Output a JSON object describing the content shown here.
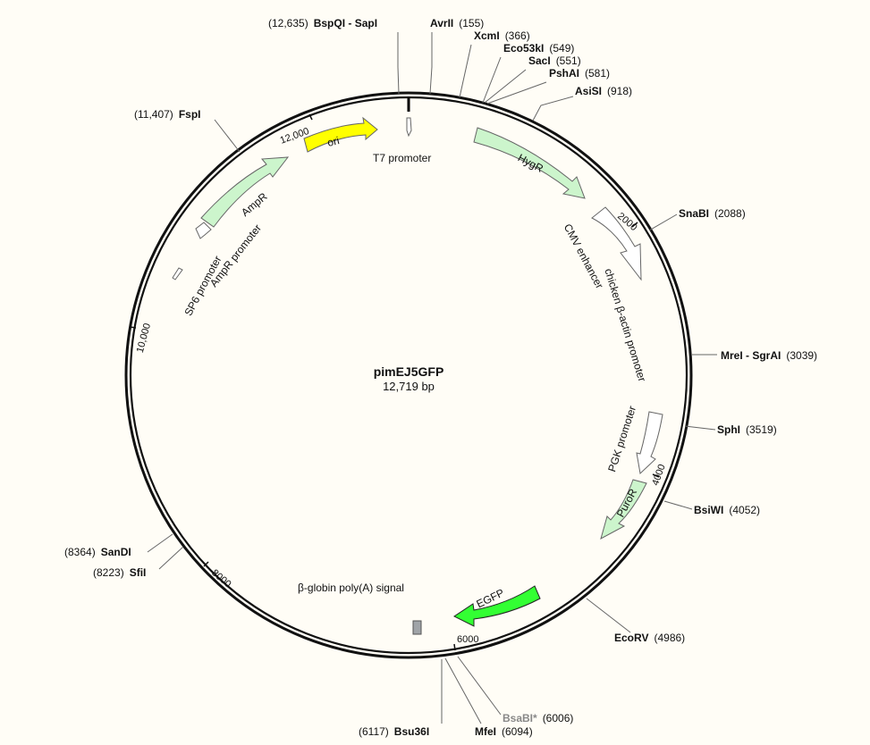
{
  "plasmid": {
    "name": "pimEJ5GFP",
    "length_label": "12,719 bp",
    "length": 12719
  },
  "ticks": [
    {
      "bp": 2000,
      "label": "2000"
    },
    {
      "bp": 4000,
      "label": "4000"
    },
    {
      "bp": 6000,
      "label": "6000"
    },
    {
      "bp": 8000,
      "label": "8000"
    },
    {
      "bp": 10000,
      "label": "10,000"
    },
    {
      "bp": 12000,
      "label": "12,000"
    }
  ],
  "sites": [
    {
      "name": "BspQI - SapI",
      "pos": 12635,
      "pos_label": "(12,635)",
      "side": "left"
    },
    {
      "name": "AvrII",
      "pos": 155,
      "pos_label": "(155)",
      "side": "right"
    },
    {
      "name": "XcmI",
      "pos": 366,
      "pos_label": "(366)",
      "side": "right"
    },
    {
      "name": "Eco53kI",
      "pos": 549,
      "pos_label": "(549)",
      "side": "right"
    },
    {
      "name": "SacI",
      "pos": 551,
      "pos_label": "(551)",
      "side": "right"
    },
    {
      "name": "PshAI",
      "pos": 581,
      "pos_label": "(581)",
      "side": "right"
    },
    {
      "name": "AsiSI",
      "pos": 918,
      "pos_label": "(918)",
      "side": "right"
    },
    {
      "name": "SnaBI",
      "pos": 2088,
      "pos_label": "(2088)",
      "side": "right"
    },
    {
      "name": "MreI - SgrAI",
      "pos": 3039,
      "pos_label": "(3039)",
      "side": "right"
    },
    {
      "name": "SphI",
      "pos": 3519,
      "pos_label": "(3519)",
      "side": "right"
    },
    {
      "name": "BsiWI",
      "pos": 4052,
      "pos_label": "(4052)",
      "side": "right"
    },
    {
      "name": "EcoRV",
      "pos": 4986,
      "pos_label": "(4986)",
      "side": "right"
    },
    {
      "name": "BsaBI*",
      "pos": 6006,
      "pos_label": "(6006)",
      "side": "right",
      "nonunique": true
    },
    {
      "name": "MfeI",
      "pos": 6094,
      "pos_label": "(6094)",
      "side": "right"
    },
    {
      "name": "Bsu36I",
      "pos": 6117,
      "pos_label": "(6117)",
      "side": "left"
    },
    {
      "name": "SfiI",
      "pos": 8223,
      "pos_label": "(8223)",
      "side": "left"
    },
    {
      "name": "SanDI",
      "pos": 8364,
      "pos_label": "(8364)",
      "side": "left"
    },
    {
      "name": "FspI",
      "pos": 11407,
      "pos_label": "(11,407)",
      "side": "left"
    }
  ],
  "features": [
    {
      "label": "ori",
      "color": "#ffff00",
      "type": "arrow"
    },
    {
      "label": "T7 promoter",
      "color": "#ffffff",
      "type": "small"
    },
    {
      "label": "HygR",
      "color": "#ccf5cc",
      "type": "arrow"
    },
    {
      "label": "CMV enhancer",
      "color": "#ffffff",
      "type": "arrow"
    },
    {
      "label": "chicken β-actin promoter",
      "color": "#ffffff",
      "type": "label"
    },
    {
      "label": "PGK promoter",
      "color": "#ffffff",
      "type": "arrow"
    },
    {
      "label": "PuroR",
      "color": "#ccf5cc",
      "type": "arrow"
    },
    {
      "label": "EGFP",
      "color": "#33ff33",
      "type": "arrow"
    },
    {
      "label": "β-globin poly(A) signal",
      "color": "#a0a4a8",
      "type": "box"
    },
    {
      "label": "AmpR",
      "color": "#ccf5cc",
      "type": "arrow"
    },
    {
      "label": "AmpR promoter",
      "color": "#ffffff",
      "type": "arrow"
    },
    {
      "label": "SP6 promoter",
      "color": "#ffffff",
      "type": "small"
    }
  ],
  "colors": {
    "backbone": "#111111",
    "background": "#fffdf6",
    "connector": "#555555"
  }
}
